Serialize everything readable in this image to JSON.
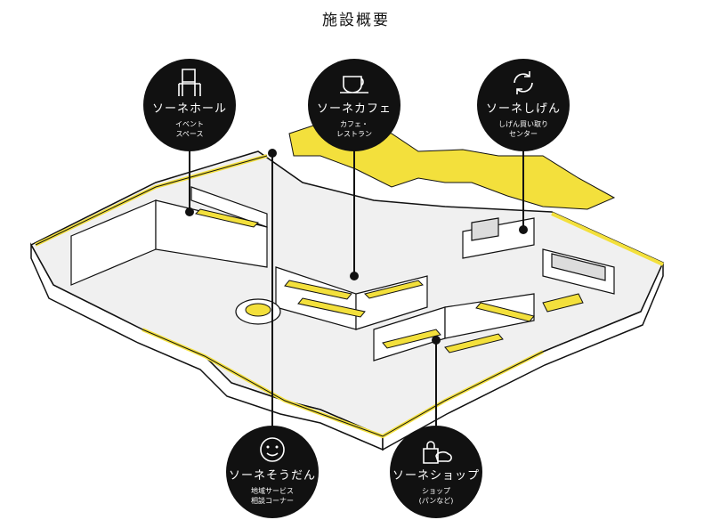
{
  "title": "施設概要",
  "colors": {
    "accent": "#f3e03c",
    "ink": "#111111"
  },
  "facilities": [
    {
      "id": "hall",
      "name": "ソーネホール",
      "sub": [
        "イベント",
        "スペース"
      ],
      "icon": "chair-icon"
    },
    {
      "id": "cafe",
      "name": "ソーネカフェ",
      "sub": [
        "カフェ・",
        "レストラン"
      ],
      "icon": "coffee-cup-icon"
    },
    {
      "id": "shigen",
      "name": "ソーネしげん",
      "sub": [
        "しげん買い取り",
        "センター"
      ],
      "icon": "recycle-arrows-icon"
    },
    {
      "id": "soudan",
      "name": "ソーネそうだん",
      "sub": [
        "地域サービス",
        "相談コーナー"
      ],
      "icon": "smiley-face-icon"
    },
    {
      "id": "shop",
      "name": "ソーネショップ",
      "sub": [
        "ショップ",
        "(パンなど)"
      ],
      "icon": "bread-bag-icon"
    }
  ]
}
